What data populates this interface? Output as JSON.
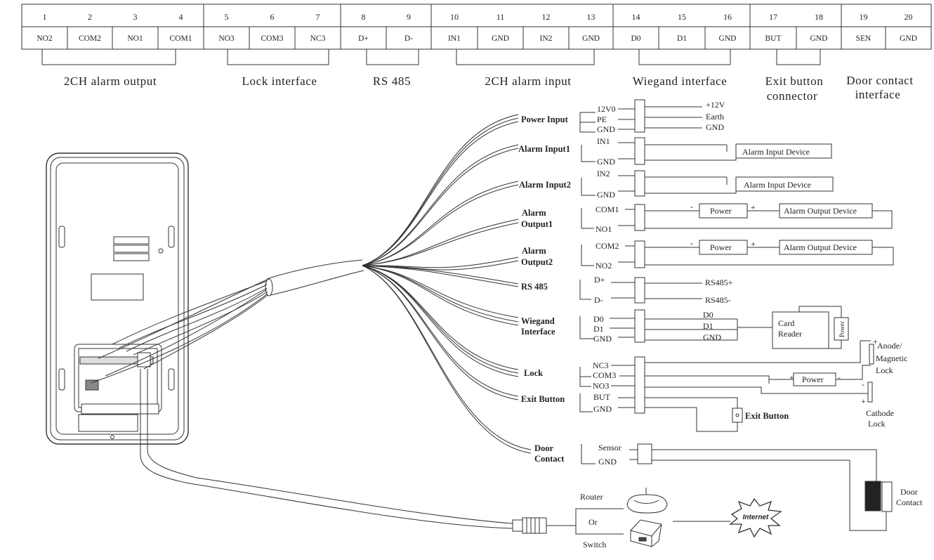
{
  "terminal": {
    "pins": [
      {
        "num": "1",
        "label": "NO2"
      },
      {
        "num": "2",
        "label": "COM2"
      },
      {
        "num": "3",
        "label": "NO1"
      },
      {
        "num": "4",
        "label": "COM1"
      },
      {
        "num": "5",
        "label": "NO3"
      },
      {
        "num": "6",
        "label": "COM3"
      },
      {
        "num": "7",
        "label": "NC3"
      },
      {
        "num": "8",
        "label": "D+"
      },
      {
        "num": "9",
        "label": "D-"
      },
      {
        "num": "10",
        "label": "IN1"
      },
      {
        "num": "11",
        "label": "GND"
      },
      {
        "num": "12",
        "label": "IN2"
      },
      {
        "num": "13",
        "label": "GND"
      },
      {
        "num": "14",
        "label": "D0"
      },
      {
        "num": "15",
        "label": "D1"
      },
      {
        "num": "16",
        "label": "GND"
      },
      {
        "num": "17",
        "label": "BUT"
      },
      {
        "num": "18",
        "label": "GND"
      },
      {
        "num": "19",
        "label": "SEN"
      },
      {
        "num": "20",
        "label": "GND"
      }
    ],
    "groups": {
      "alarm_output": "2CH alarm output",
      "lock": "Lock interface",
      "rs485": "RS 485",
      "alarm_input": "2CH alarm input",
      "wiegand": "Wiegand interface",
      "exit_line1": "Exit button",
      "exit_line2": "connector",
      "door_line1": "Door contact",
      "door_line2": "interface"
    }
  },
  "harness": {
    "power_input": "Power Input",
    "alarm_input1": "Alarm Input1",
    "alarm_input2": "Alarm Input2",
    "alarm_output1_l1": "Alarm",
    "alarm_output1_l2": "Output1",
    "alarm_output2_l1": "Alarm",
    "alarm_output2_l2": "Output2",
    "rs485": "RS 485",
    "wiegand_l1": "Wiegand",
    "wiegand_l2": "Interface",
    "lock": "Lock",
    "exit_button": "Exit Button",
    "door_contact_l1": "Door",
    "door_contact_l2": "Contact"
  },
  "wires": {
    "power": [
      "12V0",
      "PE",
      "GND"
    ],
    "power_out": [
      "+12V",
      "Earth",
      "GND"
    ],
    "ai1": [
      "IN1",
      "GND"
    ],
    "ai2": [
      "IN2",
      "GND"
    ],
    "ao1": [
      "COM1",
      "NO1"
    ],
    "ao2": [
      "COM2",
      "NO2"
    ],
    "rs485": [
      "D+",
      "D-"
    ],
    "rs485_out": [
      "RS485+",
      "RS485-"
    ],
    "wiegand": [
      "D0",
      "D1",
      "GND"
    ],
    "wiegand_out": [
      "D0",
      "D1",
      "GND"
    ],
    "lock": [
      "NC3",
      "COM3",
      "NO3"
    ],
    "exit": [
      "BUT",
      "GND"
    ],
    "door": [
      "Sensor",
      "GND"
    ]
  },
  "devices": {
    "alarm_input_device": "Alarm Input Device",
    "power": "Power",
    "alarm_output_device": "Alarm Output Device",
    "card_reader_l1": "Card",
    "card_reader_l2": "Reader",
    "reader_power": "Power",
    "anode_l1": "Anode/",
    "anode_l2": "Magnetic",
    "anode_l3": "Lock",
    "cathode_l1": "Cathode",
    "cathode_l2": "Lock",
    "exit_button": "Exit Button",
    "door_contact_l1": "Door",
    "door_contact_l2": "Contact",
    "plus": "+",
    "minus": "-"
  },
  "network": {
    "router": "Router",
    "or": "Or",
    "switch": "Switch",
    "internet": "Internet"
  }
}
